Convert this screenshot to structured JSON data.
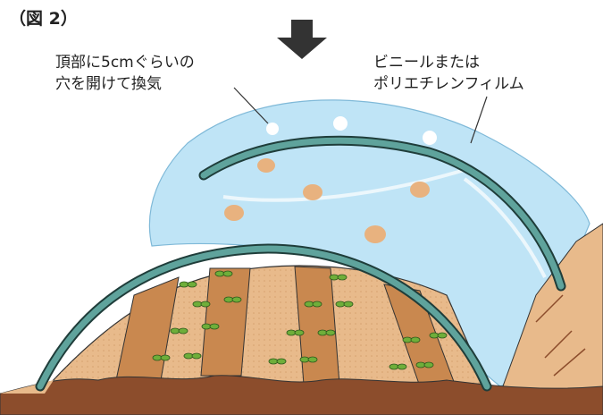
{
  "figure": {
    "label": "（図 2）"
  },
  "callouts": {
    "vent": {
      "line1": "頂部に5cmぐらいの",
      "line2": "穴を開けて換気"
    },
    "film": {
      "line1": "ビニールまたは",
      "line2": "ポリエチレンフィルム"
    }
  },
  "colors": {
    "film": "#bfe4f6",
    "hoop": "#5fa39c",
    "hoop_outline": "#1f3d3a",
    "soil_light": "#e8ba8b",
    "soil_dark": "#8c4d2c",
    "seedling": "#6fae3a",
    "arrow": "#333333"
  },
  "icons": {
    "arrow": "down-arrow-icon"
  }
}
